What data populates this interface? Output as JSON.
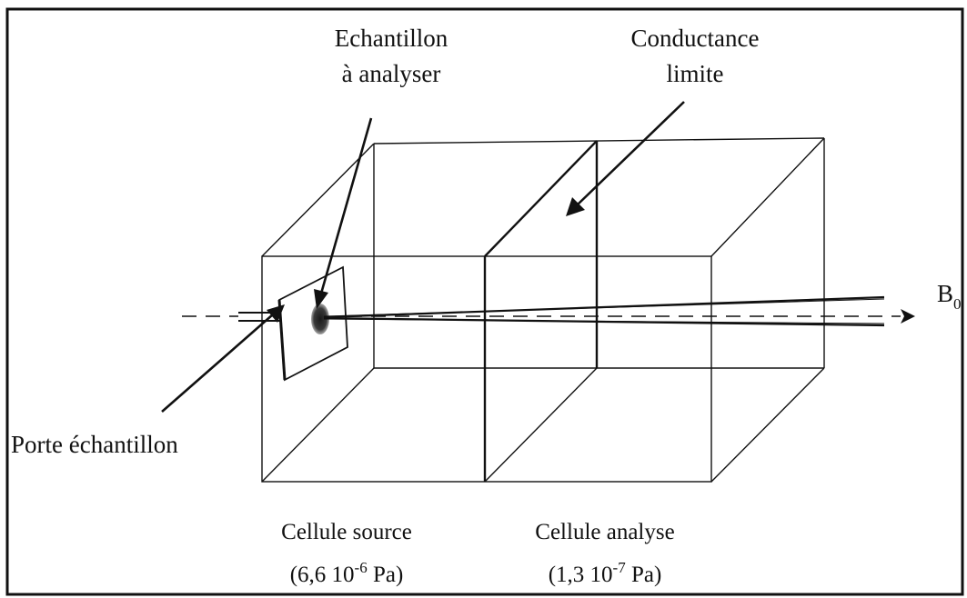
{
  "labels": {
    "echantillon_line1": "Echantillon",
    "echantillon_line2": "à analyser",
    "conductance_line1": "Conductance",
    "conductance_line2": "limite",
    "porte": "Porte échantillon",
    "b0_main": "B",
    "b0_sub": "0"
  },
  "cells": {
    "source": {
      "name": "Cellule source",
      "pressure_open": "(6,6 10",
      "pressure_exp": "-6",
      "pressure_close": " Pa)"
    },
    "analyse": {
      "name": "Cellule analyse",
      "pressure_open": "(1,3 10",
      "pressure_exp": "-7",
      "pressure_close": " Pa)"
    }
  },
  "colors": {
    "ink": "#111111",
    "background": "#ffffff",
    "spot": "#3a3a3a"
  }
}
